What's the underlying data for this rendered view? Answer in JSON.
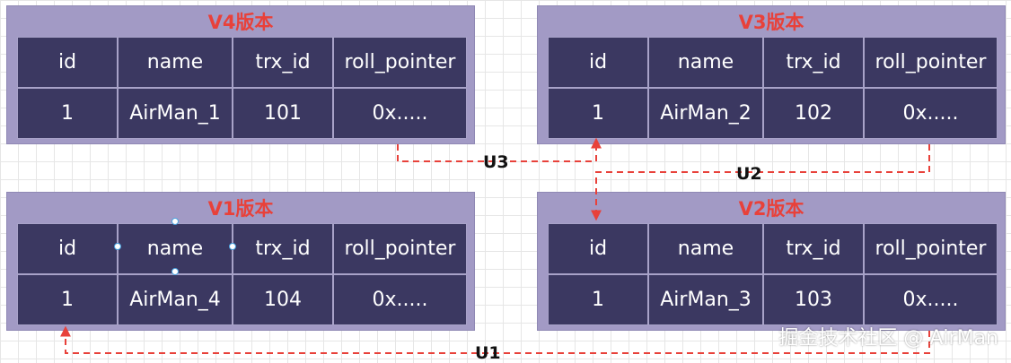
{
  "columns": [
    "id",
    "name",
    "trx_id",
    "roll_pointer"
  ],
  "versions": {
    "v4": {
      "title": "V4版本",
      "row": [
        "1",
        "AirMan_1",
        "101",
        "0x....."
      ]
    },
    "v3": {
      "title": "V3版本",
      "row": [
        "1",
        "AirMan_2",
        "102",
        "0x....."
      ]
    },
    "v1": {
      "title": "V1版本",
      "row": [
        "1",
        "AirMan_4",
        "104",
        "0x....."
      ]
    },
    "v2": {
      "title": "V2版本",
      "row": [
        "1",
        "AirMan_3",
        "103",
        "0x....."
      ]
    }
  },
  "arrows": {
    "u3": "U3",
    "u2": "U2",
    "u1": "U1"
  },
  "colors": {
    "panel": "#a29ac5",
    "cell": "#3b3861",
    "title": "#e8413a",
    "arrow": "#e8413a"
  },
  "watermark": "掘金技术社区 @ AirMan"
}
